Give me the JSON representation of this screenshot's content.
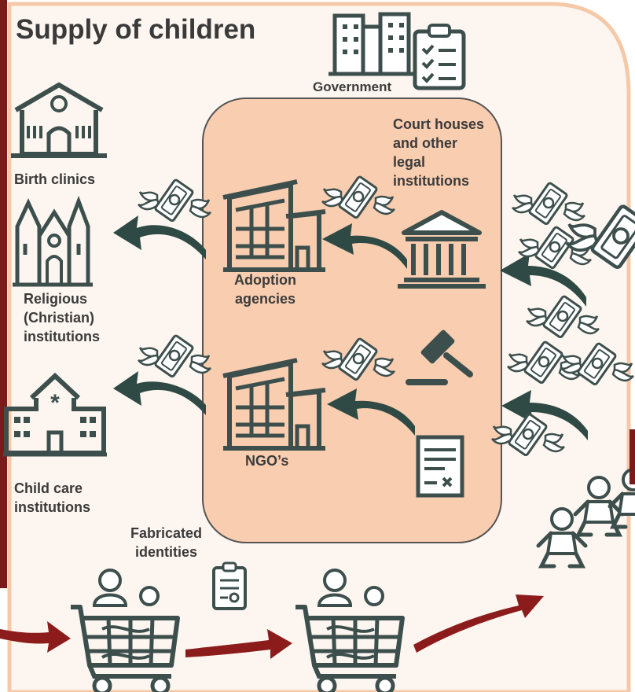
{
  "title": "Supply of children",
  "labels": {
    "government": "Government",
    "courts_1": "Court houses",
    "courts_2": "and other",
    "courts_3": "legal",
    "courts_4": "institutions",
    "birth_clinics": "Birth clinics",
    "religious_1": "Religious",
    "religious_2": "(Christian)",
    "religious_3": "institutions",
    "adoption_1": "Adoption",
    "adoption_2": "agencies",
    "ngos": "NGO’s",
    "childcare_1": "Child care",
    "childcare_2": "institutions",
    "fabricated_1": "Fabricated",
    "fabricated_2": "identities"
  },
  "colors": {
    "panel_bg": "#fdf6f0",
    "panel_border": "#f5c9a8",
    "inner_bg": "#f9cdb0",
    "inner_border": "#555555",
    "icon": "#3d4f4d",
    "arrow_dark": "#2f4a45",
    "arrow_red": "#8c1c1c",
    "left_bar": "#7a1a1a"
  },
  "icons": [
    "city-buildings-icon",
    "clipboard-checklist-icon",
    "school-building-icon",
    "church-icon",
    "hospital-icon",
    "adoption-agency-building-icon",
    "ngo-building-icon",
    "courthouse-icon",
    "gavel-icon",
    "legal-document-icon",
    "certificate-clipboard-icon",
    "flying-money-icon",
    "babies-icon",
    "shopping-cart-with-children-icon"
  ]
}
